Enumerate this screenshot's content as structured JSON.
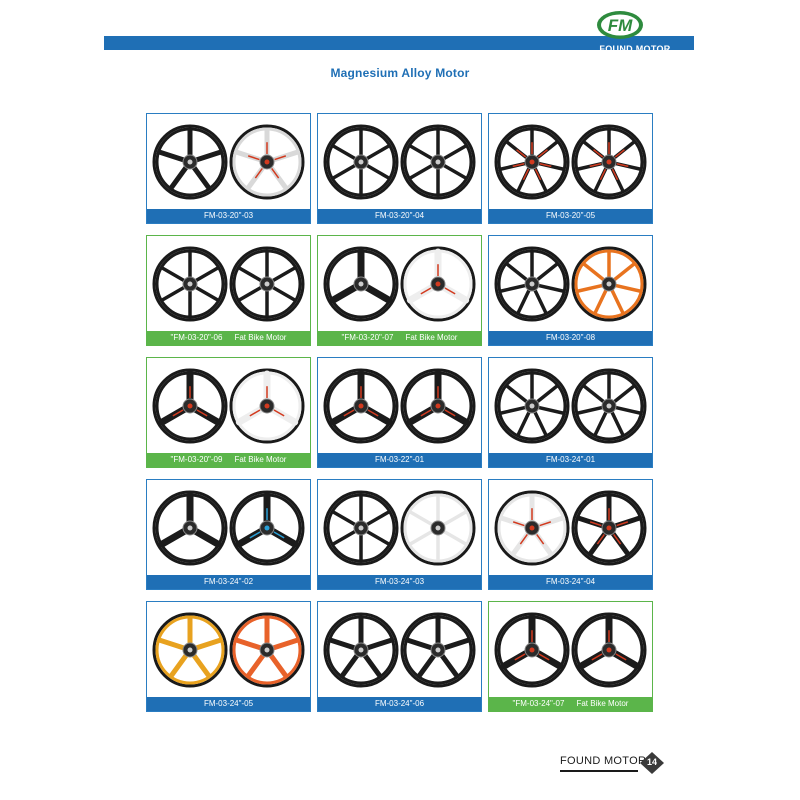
{
  "header": {
    "brand": "FOUND MOTOR",
    "logo_letters": "FM",
    "accent": "#1f6fb5",
    "green": "#5bb54a"
  },
  "title": "Magnesium Alloy Motor",
  "footer": {
    "brand": "FOUND MOTOR",
    "page": "14"
  },
  "cards": [
    {
      "code": "FM-03-20\"-03",
      "extra": "",
      "frame": "blue",
      "wheels": [
        {
          "spokes": 5,
          "color": "#1b1b1b",
          "accent": ""
        },
        {
          "spokes": 5,
          "color": "#d9d9d9",
          "accent": "#d23a1f"
        }
      ]
    },
    {
      "code": "FM-03-20\"-04",
      "extra": "",
      "frame": "blue",
      "wheels": [
        {
          "spokes": 6,
          "color": "#1b1b1b",
          "accent": ""
        },
        {
          "spokes": 6,
          "color": "#1b1b1b",
          "accent": ""
        }
      ]
    },
    {
      "code": "FM-03-20\"-05",
      "extra": "",
      "frame": "blue",
      "wheels": [
        {
          "spokes": 7,
          "color": "#1b1b1b",
          "accent": "#d23a1f"
        },
        {
          "spokes": 7,
          "color": "#1b1b1b",
          "accent": "#d23a1f"
        }
      ]
    },
    {
      "code": "\"FM-03-20\"-06",
      "extra": "Fat Bike Motor",
      "frame": "green",
      "wheels": [
        {
          "spokes": 6,
          "color": "#1b1b1b",
          "accent": ""
        },
        {
          "spokes": 6,
          "color": "#1b1b1b",
          "accent": ""
        }
      ]
    },
    {
      "code": "\"FM-03-20\"-07",
      "extra": "Fat Bike Motor",
      "frame": "green",
      "wheels": [
        {
          "spokes": 3,
          "color": "#1b1b1b",
          "accent": ""
        },
        {
          "spokes": 3,
          "color": "#eeeeee",
          "accent": "#d23a1f"
        }
      ]
    },
    {
      "code": "FM-03-20\"-08",
      "extra": "",
      "frame": "blue",
      "wheels": [
        {
          "spokes": 7,
          "color": "#1b1b1b",
          "accent": ""
        },
        {
          "spokes": 7,
          "color": "#e8731f",
          "accent": ""
        }
      ]
    },
    {
      "code": "\"FM-03-20\"-09",
      "extra": "Fat Bike Motor",
      "frame": "green",
      "wheels": [
        {
          "spokes": 3,
          "color": "#1b1b1b",
          "accent": "#d23a1f"
        },
        {
          "spokes": 3,
          "color": "#eeeeee",
          "accent": "#d23a1f"
        }
      ]
    },
    {
      "code": "FM-03-22\"-01",
      "extra": "",
      "frame": "blue",
      "wheels": [
        {
          "spokes": 3,
          "color": "#1b1b1b",
          "accent": "#d23a1f"
        },
        {
          "spokes": 3,
          "color": "#1b1b1b",
          "accent": "#d23a1f"
        }
      ]
    },
    {
      "code": "FM-03-24\"-01",
      "extra": "",
      "frame": "blue",
      "wheels": [
        {
          "spokes": 7,
          "color": "#1b1b1b",
          "accent": ""
        },
        {
          "spokes": 7,
          "color": "#1b1b1b",
          "accent": ""
        }
      ]
    },
    {
      "code": "FM-03-24\"-02",
      "extra": "",
      "frame": "blue",
      "wheels": [
        {
          "spokes": 3,
          "color": "#1b1b1b",
          "accent": ""
        },
        {
          "spokes": 3,
          "color": "#1b1b1b",
          "accent": "#2a9fd6"
        }
      ]
    },
    {
      "code": "FM-03-24\"-03",
      "extra": "",
      "frame": "blue",
      "wheels": [
        {
          "spokes": 6,
          "color": "#1b1b1b",
          "accent": ""
        },
        {
          "spokes": 6,
          "color": "#e6e6e6",
          "accent": ""
        }
      ]
    },
    {
      "code": "FM-03-24\"-04",
      "extra": "",
      "frame": "blue",
      "wheels": [
        {
          "spokes": 5,
          "color": "#e6e6e6",
          "accent": "#d23a1f"
        },
        {
          "spokes": 5,
          "color": "#1b1b1b",
          "accent": "#d23a1f"
        }
      ]
    },
    {
      "code": "FM-03-24\"-05",
      "extra": "",
      "frame": "blue",
      "wheels": [
        {
          "spokes": 5,
          "color": "#e8a21f",
          "accent": ""
        },
        {
          "spokes": 5,
          "color": "#e8622a",
          "accent": ""
        }
      ]
    },
    {
      "code": "FM-03-24\"-06",
      "extra": "",
      "frame": "blue",
      "wheels": [
        {
          "spokes": 5,
          "color": "#1b1b1b",
          "accent": ""
        },
        {
          "spokes": 5,
          "color": "#1b1b1b",
          "accent": ""
        }
      ]
    },
    {
      "code": "\"FM-03-24\"-07",
      "extra": "Fat Bike Motor",
      "frame": "green",
      "wheels": [
        {
          "spokes": 3,
          "color": "#1b1b1b",
          "accent": "#d23a1f"
        },
        {
          "spokes": 3,
          "color": "#1b1b1b",
          "accent": "#d23a1f"
        }
      ]
    }
  ]
}
